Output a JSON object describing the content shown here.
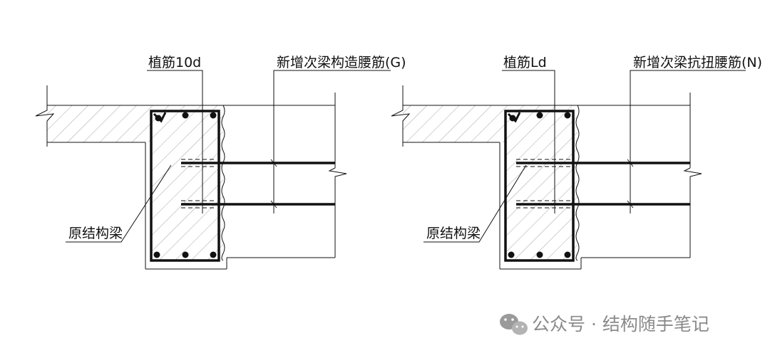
{
  "details": [
    {
      "dowel_label": "植筋10d",
      "rebar_label": "新增次梁构造腰筋(G)",
      "beam_label": "原结构梁"
    },
    {
      "dowel_label": "植筋Ld",
      "rebar_label": "新增次梁抗扭腰筋(N)",
      "beam_label": "原结构梁"
    }
  ],
  "watermark": {
    "icon": "wechat-icon",
    "text": "公众号 · 结构随手笔记"
  },
  "colors": {
    "line": "#111111",
    "hatch": "#9a9a9a",
    "watermark": "#8a8a8a"
  }
}
